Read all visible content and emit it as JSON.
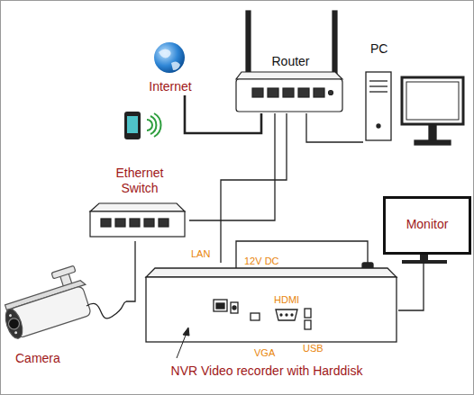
{
  "diagram": {
    "nodes": [
      {
        "text": [
          "Router"
        ]
      },
      {
        "text": [
          "PC"
        ]
      },
      {
        "text": [
          "Internet"
        ]
      },
      {
        "text": [
          "Ethernet Switch"
        ]
      },
      {
        "text": [
          "Monitor"
        ]
      },
      {
        "text": [
          "NVR Video recorder with Harddisk"
        ]
      },
      {
        "text": [
          "Camera"
        ]
      }
    ],
    "edges": [
      {
        "from": 2,
        "to": 0,
        "arrow": "none"
      },
      {
        "from": 0,
        "to": 1,
        "arrow": "none"
      },
      {
        "from": 0,
        "to": 3,
        "arrow": "none"
      },
      {
        "from": 0,
        "to": 5,
        "arrow": "none"
      },
      {
        "from": 3,
        "to": 6,
        "arrow": "none"
      },
      {
        "from": 5,
        "to": 4,
        "arrow": "none"
      }
    ],
    "labels": [
      "LAN",
      "12V DC",
      "HDMI",
      "USB",
      "VGA"
    ]
  }
}
